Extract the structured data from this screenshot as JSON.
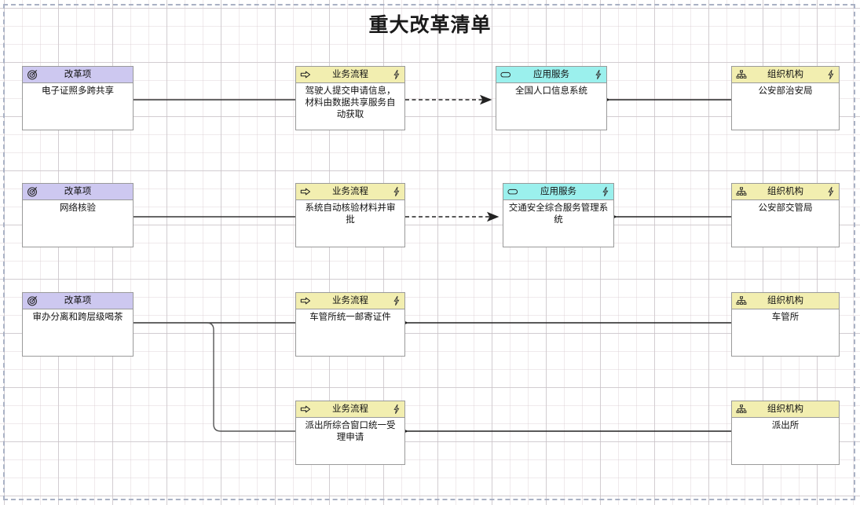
{
  "page": {
    "title": "重大改革清单",
    "canvas_border_color": "#a9b1c4",
    "background": "#ffffff"
  },
  "legend_colors": {
    "reform_header": "#cdc8f0",
    "process_header": "#f2eeb0",
    "service_header": "#9bf0ed",
    "org_header": "#f2eeb0",
    "node_border": "#9a9a9a",
    "connector": "#333333"
  },
  "node_types": {
    "reform": {
      "label": "改革项",
      "icon": "target-icon"
    },
    "process": {
      "label": "业务流程",
      "icon": "arrow-right-icon",
      "badge": "lightning-icon"
    },
    "service": {
      "label": "应用服务",
      "icon": "rounded-rect-icon",
      "badge": "lightning-icon"
    },
    "org": {
      "label": "组织机构",
      "icon": "org-chart-icon",
      "badge": "lightning-icon"
    }
  },
  "nodes": [
    {
      "id": "reform1",
      "type": "reform",
      "header": "改革项",
      "text": "电子证照多跨共享"
    },
    {
      "id": "process1",
      "type": "process",
      "header": "业务流程",
      "text": "驾驶人提交申请信息，材料由数据共享服务自动获取"
    },
    {
      "id": "service1",
      "type": "service",
      "header": "应用服务",
      "text": "全国人口信息系统"
    },
    {
      "id": "org1",
      "type": "org",
      "header": "组织机构",
      "text": "公安部治安局"
    },
    {
      "id": "reform2",
      "type": "reform",
      "header": "改革项",
      "text": "网络核验"
    },
    {
      "id": "process2",
      "type": "process",
      "header": "业务流程",
      "text": "系统自动核验材料并审批"
    },
    {
      "id": "service2",
      "type": "service",
      "header": "应用服务",
      "text": "交通安全综合服务管理系统"
    },
    {
      "id": "org2",
      "type": "org",
      "header": "组织机构",
      "text": "公安部交管局"
    },
    {
      "id": "reform3",
      "type": "reform",
      "header": "改革项",
      "text": "审办分离和跨层级喝茶"
    },
    {
      "id": "process3",
      "type": "process",
      "header": "业务流程",
      "text": "车管所统一邮寄证件"
    },
    {
      "id": "org3",
      "type": "org",
      "header": "组织机构",
      "text": "车管所"
    },
    {
      "id": "process4",
      "type": "process",
      "header": "业务流程",
      "text": "派出所综合窗口统一受理申请"
    },
    {
      "id": "org4",
      "type": "org",
      "header": "组织机构",
      "text": "派出所"
    }
  ],
  "connectors": [
    {
      "id": "c1",
      "from": "reform1",
      "to": "process1",
      "style": "solid",
      "arrow": "none"
    },
    {
      "id": "c2",
      "from": "process1",
      "to": "service1",
      "style": "dashed",
      "arrow": "open-right"
    },
    {
      "id": "c3",
      "from": "org1",
      "to": "service1",
      "style": "solid",
      "arrow": "filled-left"
    },
    {
      "id": "c4",
      "from": "reform2",
      "to": "process2",
      "style": "solid",
      "arrow": "none"
    },
    {
      "id": "c5",
      "from": "process2",
      "to": "service2",
      "style": "dashed",
      "arrow": "open-right"
    },
    {
      "id": "c6",
      "from": "org2",
      "to": "service2",
      "style": "solid",
      "arrow": "filled-left"
    },
    {
      "id": "c7",
      "from": "reform3",
      "to": "process3",
      "style": "solid",
      "arrow": "none"
    },
    {
      "id": "c8",
      "from": "org3",
      "to": "process3",
      "style": "solid",
      "arrow": "filled-left"
    },
    {
      "id": "c9",
      "from": "reform3",
      "to": "process4",
      "style": "solid",
      "arrow": "none"
    },
    {
      "id": "c10",
      "from": "org4",
      "to": "process4",
      "style": "solid",
      "arrow": "filled-left"
    }
  ]
}
